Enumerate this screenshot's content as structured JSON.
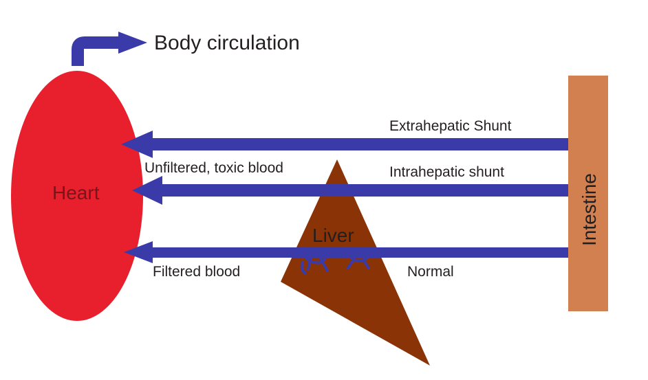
{
  "labels": {
    "body_circulation": "Body circulation",
    "extrahepatic_shunt": "Extrahepatic Shunt",
    "unfiltered_blood": "Unfiltered, toxic blood",
    "intrahepatic_shunt": "Intrahepatic shunt",
    "filtered_blood": "Filtered blood",
    "normal": "Normal",
    "heart": "Heart",
    "liver": "Liver",
    "intestine": "Intestine"
  },
  "colors": {
    "heart": "#e8202e",
    "heart_text": "#7a1418",
    "liver": "#8a3306",
    "intestine": "#d2804f",
    "arrow": "#3a3ba8",
    "text": "#231f20"
  }
}
